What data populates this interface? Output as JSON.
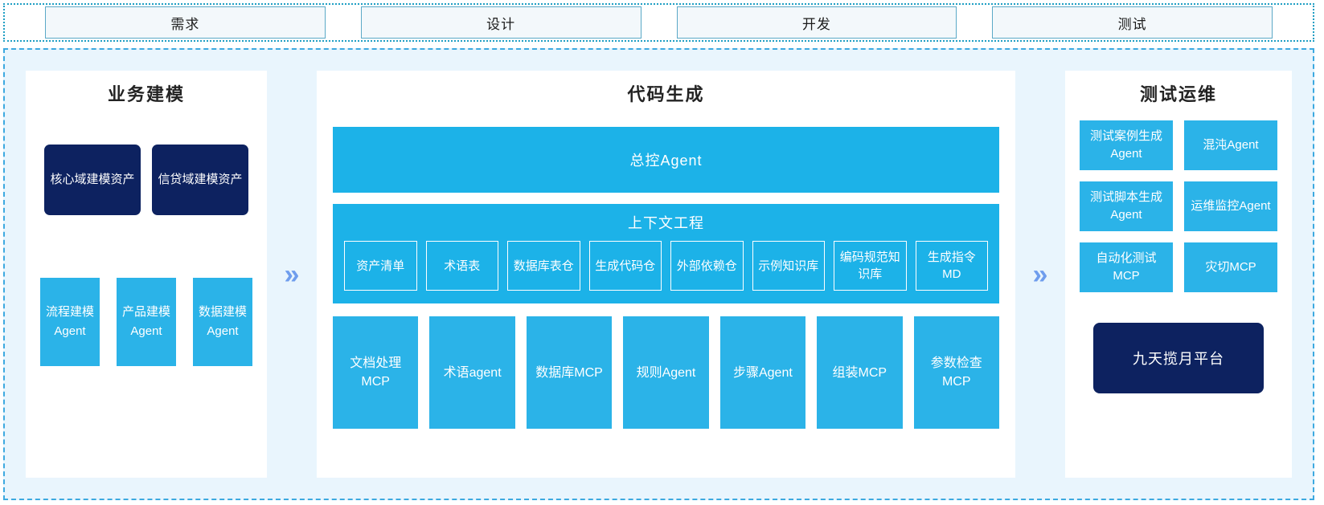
{
  "stages": [
    {
      "label": "需求"
    },
    {
      "label": "设计"
    },
    {
      "label": "开发"
    },
    {
      "label": "测试"
    }
  ],
  "colors": {
    "accent_cyan": "#2bb3e8",
    "band_cyan": "#1cb2e8",
    "dark_navy": "#0d2260",
    "region_bg": "#e9f5fd",
    "chevron": "#6f9ded",
    "stage_border": "#5ba9c7",
    "dotted_border": "#1f9ec4",
    "dashed_border": "#3da9e0"
  },
  "flow": {
    "chevron_glyph": "»"
  },
  "left_panel": {
    "title": "业务建模",
    "assets": [
      {
        "label": "核心域建模资产"
      },
      {
        "label": "信贷域建模资产"
      }
    ],
    "agents": [
      {
        "label": "流程建模Agent"
      },
      {
        "label": "产品建模Agent"
      },
      {
        "label": "数据建模Agent"
      }
    ]
  },
  "center_panel": {
    "title": "代码生成",
    "master_agent": "总控Agent",
    "context_engineering": {
      "title": "上下文工程",
      "chips": [
        {
          "label": "资产清单"
        },
        {
          "label": "术语表"
        },
        {
          "label": "数据库表仓"
        },
        {
          "label": "生成代码仓"
        },
        {
          "label": "外部依赖仓"
        },
        {
          "label": "示例知识库"
        },
        {
          "label": "编码规范知识库"
        },
        {
          "label": "生成指令MD"
        }
      ]
    },
    "tools": [
      {
        "label": "文档处理MCP"
      },
      {
        "label": "术语agent"
      },
      {
        "label": "数据库MCP"
      },
      {
        "label": "规则Agent"
      },
      {
        "label": "步骤Agent"
      },
      {
        "label": "组装MCP"
      },
      {
        "label": "参数检查MCP"
      }
    ]
  },
  "right_panel": {
    "title": "测试运维",
    "cards": [
      {
        "label": "测试案例生成Agent"
      },
      {
        "label": "混沌Agent"
      },
      {
        "label": "测试脚本生成Agent"
      },
      {
        "label": "运维监控Agent"
      },
      {
        "label": "自动化测试MCP"
      },
      {
        "label": "灾切MCP"
      }
    ],
    "platform": "九天揽月平台"
  }
}
